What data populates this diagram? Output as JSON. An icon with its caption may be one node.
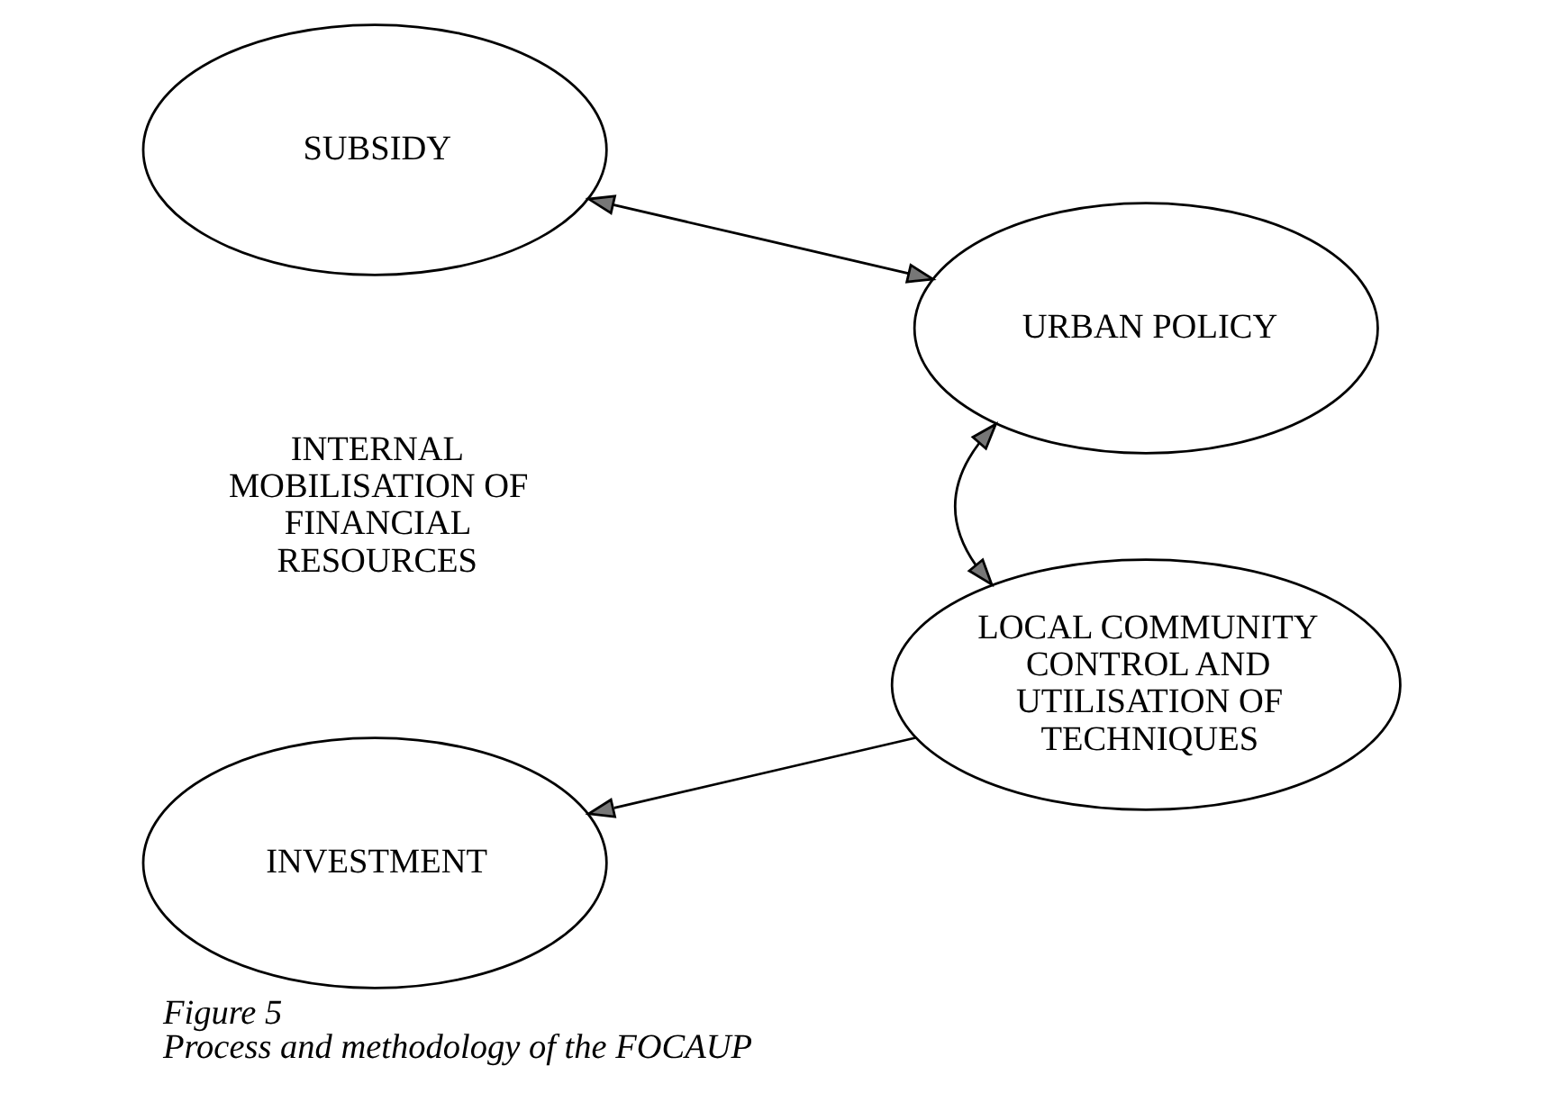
{
  "diagram": {
    "title": "Figure 5",
    "caption": "Process and methodology of the FOCAUP",
    "nodes": [
      {
        "text": [
          "SUBSIDY"
        ]
      },
      {
        "text": [
          "INTERNAL MOBILISATION OF FINANCIAL RESOURCES"
        ]
      },
      {
        "text": [
          "INVESTMENT"
        ]
      },
      {
        "text": [
          "URBAN POLICY"
        ]
      },
      {
        "text": [
          "LOCAL COMMUNITY CONTROL AND UTILISATION OF TECHNIQUES"
        ]
      }
    ],
    "edges": [
      {
        "from": 0,
        "to": 3,
        "arrow": "both"
      },
      {
        "from": 3,
        "to": 4,
        "arrow": "both"
      },
      {
        "from": 4,
        "to": 2,
        "arrow": "to"
      }
    ]
  }
}
